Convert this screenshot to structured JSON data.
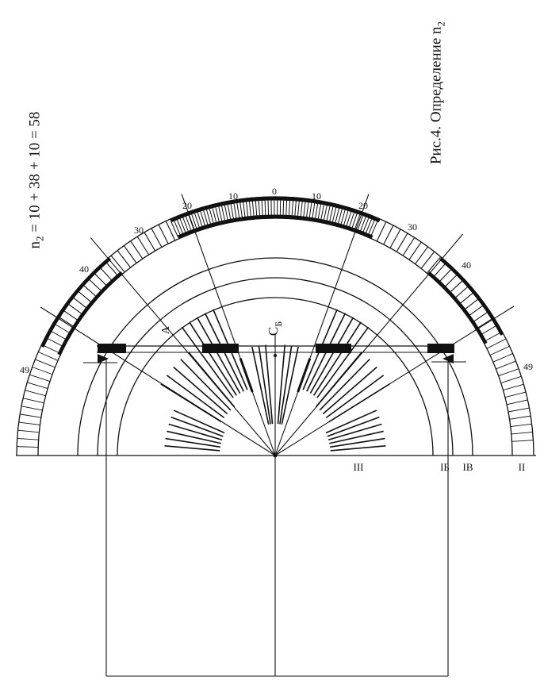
{
  "formula": {
    "n": "n",
    "sub": "2",
    "rest": " = 10 + 38 + 10 = 58"
  },
  "caption": {
    "text": "Рис.4. Определение n",
    "sub": "2"
  },
  "scale": {
    "zero": "0",
    "left": [
      "10",
      "20",
      "30",
      "40",
      "49"
    ],
    "right": [
      "10",
      "20",
      "30",
      "40",
      "49"
    ]
  },
  "labels": {
    "a": "A",
    "cb": "С",
    "cb_sub": "Б",
    "iii": "III",
    "ib": "IБ",
    "iv": "IВ",
    "ii": "II"
  },
  "colors": {
    "ink": "#111111",
    "paper": "#ffffff"
  }
}
